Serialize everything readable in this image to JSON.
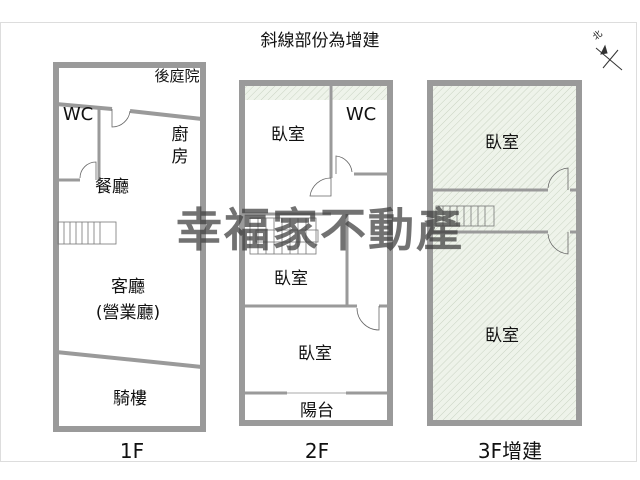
{
  "title": "斜線部份為增建",
  "north_label": "北",
  "watermark": "幸福家不動產",
  "colors": {
    "wall": "#9a9a9a",
    "hatch_fill": "#eef3ea",
    "hatch_line": "#c9d3c2"
  },
  "floors": [
    {
      "label": "1F",
      "rooms": [
        "後庭院",
        "WC",
        "廚",
        "房",
        "餐廳",
        "客廳",
        "(營業廳)",
        "騎樓"
      ]
    },
    {
      "label": "2F",
      "rooms": [
        "臥室",
        "WC",
        "臥室",
        "臥室",
        "陽台"
      ]
    },
    {
      "label": "3F增建",
      "rooms": [
        "臥室",
        "臥室"
      ]
    }
  ]
}
